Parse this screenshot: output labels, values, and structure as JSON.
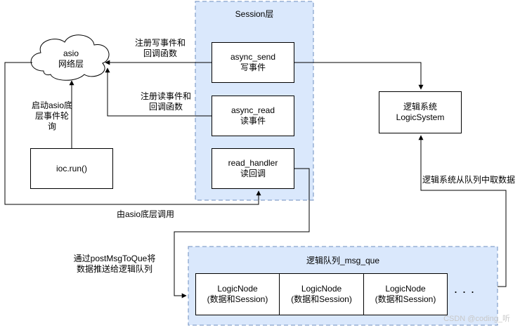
{
  "session": {
    "title": "Session层"
  },
  "asio": {
    "line1": "asio",
    "line2": "网络层"
  },
  "async_send": {
    "line1": "async_send",
    "line2": "写事件"
  },
  "async_read": {
    "line1": "async_read",
    "line2": "读事件"
  },
  "read_handler": {
    "line1": "read_handler",
    "line2": "读回调"
  },
  "ioc": {
    "label": "ioc.run()"
  },
  "logic_system": {
    "line1": "逻辑系统",
    "line2": "LogicSystem"
  },
  "msg_que": {
    "title": "逻辑队列_msg_que",
    "nodes": [
      {
        "line1": "LogicNode",
        "line2": "(数据和Session)"
      },
      {
        "line1": "LogicNode",
        "line2": "(数据和Session)"
      },
      {
        "line1": "LogicNode",
        "line2": "(数据和Session)"
      }
    ],
    "ellipsis": ". . ."
  },
  "labels": {
    "register_write": {
      "line1": "注册写事件和",
      "line2": "回调函数"
    },
    "register_read": {
      "line1": "注册读事件和",
      "line2": "回调函数"
    },
    "start_asio": {
      "line1": "启动asio底",
      "line2": "层事件轮",
      "line3": "询"
    },
    "called_by_asio": "由asio底层调用",
    "push_msg": {
      "line1": "通过postMsgToQue将",
      "line2": "数据推送给逻辑队列"
    },
    "fetch_data": "逻辑系统从队列中取数据"
  },
  "watermark": "CSDN @coding_听",
  "colors": {
    "container_fill": "#dae8fc",
    "container_border": "#6c8ebf",
    "line": "#000000"
  }
}
